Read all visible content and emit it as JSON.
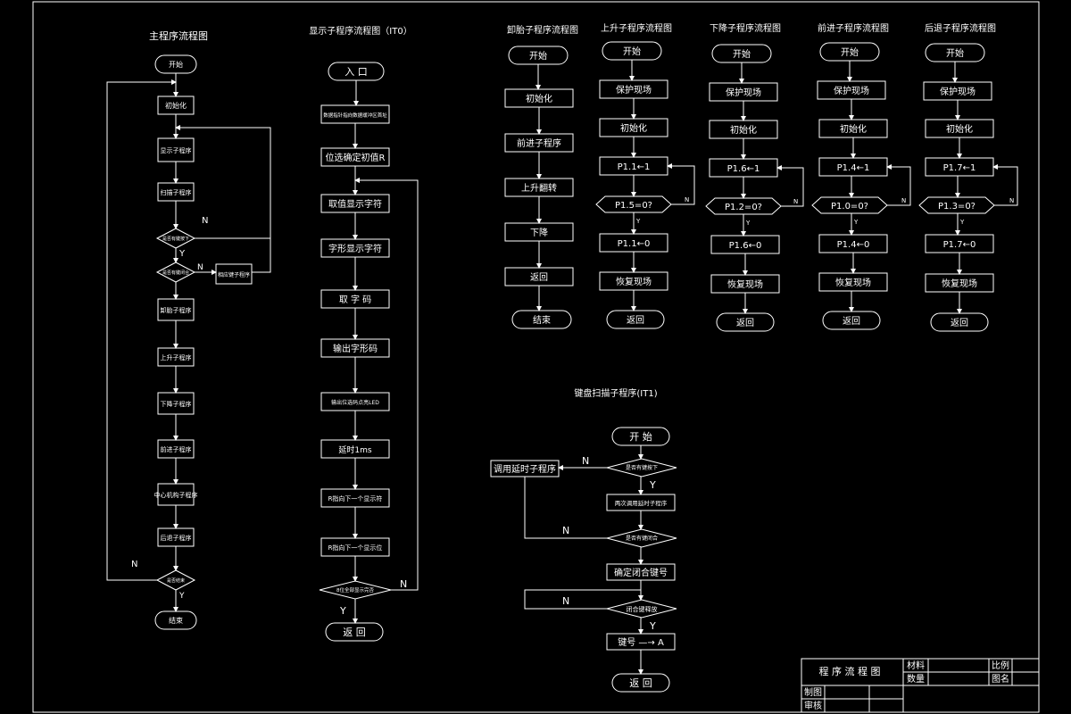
{
  "colors": {
    "background": "#000000",
    "line": "#ffffff",
    "text": "#ffffff"
  },
  "titles": {
    "main": "主程序流程图",
    "display": "显示子程序流程图（IT0）",
    "unload": "卸胎子程序流程图",
    "up": "上升子程序流程图",
    "down": "下降子程序流程图",
    "forward": "前进子程序流程图",
    "back": "后退子程序流程图",
    "keyscan": "键盘扫描子程序(IT1)"
  },
  "main": {
    "start": "开始",
    "init": "初始化",
    "disp": "显示子程序",
    "scan": "扫描子程序",
    "q1": "是否有键按下",
    "q2": "是否有键闭合",
    "act": "相应键子程序",
    "unload": "卸胎子程序",
    "up": "上升子程序",
    "down": "下降子程序",
    "fwd": "前进子程序",
    "back": "后退子程序",
    "center": "中心机构子程序",
    "end_q": "是否结束",
    "end": "结束",
    "n": "N",
    "y": "Y"
  },
  "display": {
    "entry": "入 口",
    "b1": "数据指针指向数据缓冲区首址",
    "b2": "位选确定初值R",
    "b3": "取值显示字符",
    "b4": "字形显示字符",
    "b5": "取 字 码",
    "b6": "输出字形码",
    "b7": "输出位选码点亮LED",
    "b8": "延时1ms",
    "b9": "R指向下一个显示符",
    "b10": "R指向下一个显示位",
    "q": "8位全部显示完否",
    "n": "N",
    "y": "Y",
    "ret": "返 回"
  },
  "unload": {
    "start": "开始",
    "b1": "初始化",
    "b2": "前进子程序",
    "b3": "上升翻转",
    "b4": "下降",
    "b5": "返回",
    "end": "结束"
  },
  "up": {
    "start": "开始",
    "b1": "保护现场",
    "b2": "初始化",
    "b3": "P1.1←1",
    "q": "P1.5=0?",
    "b4": "P1.1←0",
    "b5": "恢复现场",
    "ret": "返回",
    "n": "N",
    "y": "Y"
  },
  "down": {
    "start": "开始",
    "b1": "保护现场",
    "b2": "初始化",
    "b3": "P1.6←1",
    "q": "P1.2=0?",
    "b4": "P1.6←0",
    "b5": "恢复现场",
    "ret": "返回",
    "n": "N",
    "y": "Y"
  },
  "forward": {
    "start": "开始",
    "b1": "保护现场",
    "b2": "初始化",
    "b3": "P1.4←1",
    "q": "P1.0=0?",
    "b4": "P1.4←0",
    "b5": "恢复现场",
    "ret": "返回",
    "n": "N",
    "y": "Y"
  },
  "back": {
    "start": "开始",
    "b1": "保护现场",
    "b2": "初始化",
    "b3": "P1.7←1",
    "q": "P1.3=0?",
    "b4": "P1.7←0",
    "b5": "恢复现场",
    "ret": "返回",
    "n": "N",
    "y": "Y"
  },
  "keyscan": {
    "start": "开 始",
    "q1": "是否有键按下",
    "delay": "调用延时子程序",
    "b1": "两次调用延时子程序",
    "q2": "是否有键闭合",
    "b2": "确定闭合键号",
    "q3": "闭合键释放",
    "b3": "键号 —→ A",
    "ret": "返 回",
    "n1": "N",
    "y1": "Y",
    "n2": "N",
    "n3": "N",
    "y3": "Y"
  },
  "titleblock": {
    "title": "程 序 流 程 图",
    "material": "材料",
    "scale": "比例",
    "qty": "数量",
    "drawing_no": "图名",
    "drawn": "制图",
    "checked": "审核"
  }
}
